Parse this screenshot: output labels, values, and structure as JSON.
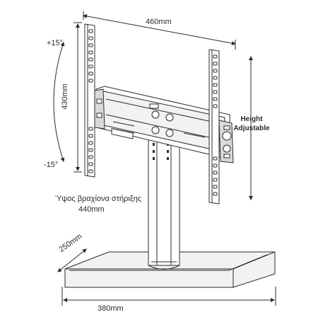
{
  "dimensions": {
    "top_width": "460mm",
    "left_height": "430mm",
    "base_depth": "250mm",
    "base_width": "380mm"
  },
  "tilt": {
    "up": "+15°",
    "down": "-15°"
  },
  "height_label": {
    "line1": "Height",
    "line2": "Adjustable"
  },
  "arm_height": {
    "caption": "Ύψος βραχίονα στήριξης",
    "value": "440mm"
  },
  "colors": {
    "line": "#2b2b2b",
    "fill_light": "#f2f2f2",
    "fill_mid": "#d9d9d9"
  }
}
